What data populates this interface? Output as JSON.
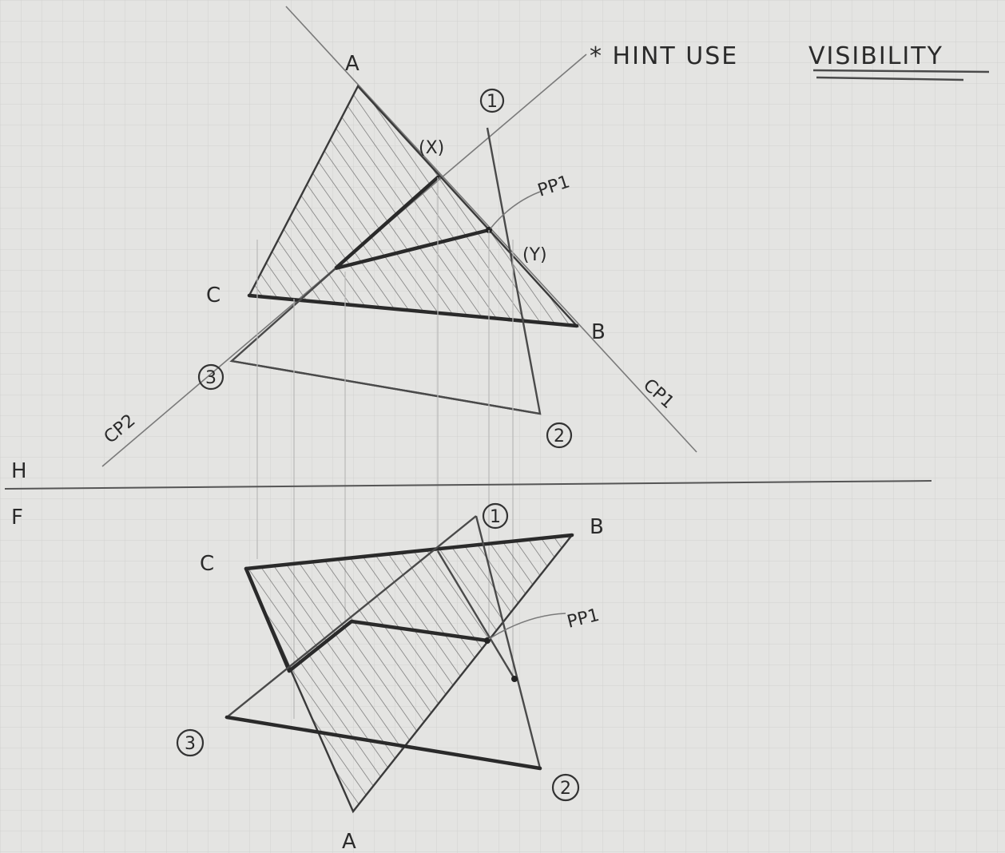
{
  "note": {
    "hint_prefix": "* HINT USE",
    "hint_keyword": "VISIBILITY"
  },
  "top_view": {
    "vertices": {
      "a": "A",
      "b": "B",
      "c": "C"
    },
    "points": {
      "p1": "1",
      "p2": "2",
      "p3": "3"
    },
    "intersections": {
      "x": "(X)",
      "y": "(Y)"
    },
    "cutting_planes": {
      "cp1": "CP1",
      "cp2": "CP2"
    },
    "pierce_label": "PP1"
  },
  "fold_line": {
    "upper": "H",
    "lower": "F"
  },
  "bottom_view": {
    "vertices": {
      "a": "A",
      "b": "B",
      "c": "C"
    },
    "points": {
      "p1": "1",
      "p2": "2",
      "p3": "3"
    },
    "pierce_label": "PP1"
  },
  "colors": {
    "paper": "#e4e4e2",
    "grid": "#d4d4d2",
    "pencil": "#2a2a2a",
    "hatch": "#6a6a6a"
  }
}
